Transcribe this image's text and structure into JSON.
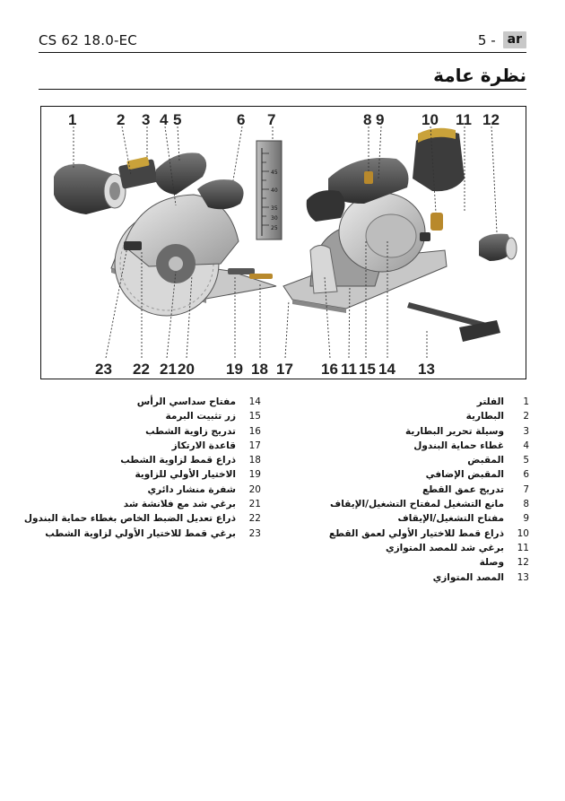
{
  "header": {
    "model": "CS 62 18.0-EC",
    "page": "5 -",
    "lang_badge": "ar"
  },
  "section_title": "نظرة عامة",
  "figure": {
    "top_callouts": [
      "1",
      "2",
      "3",
      "4",
      "5",
      "6",
      "7",
      "8",
      "9",
      "10",
      "11",
      "12"
    ],
    "bottom_callouts": [
      "23",
      "22",
      "21",
      "20",
      "19",
      "18",
      "17",
      "16",
      "11",
      "15",
      "14",
      "13"
    ],
    "scale_marks": [
      "45",
      "40",
      "35",
      "30",
      "25"
    ]
  },
  "legend": {
    "right_column": [
      {
        "num": "1",
        "label": "الفلتر"
      },
      {
        "num": "2",
        "label": "البطارية"
      },
      {
        "num": "3",
        "label": "وسيلة تحرير البطارية"
      },
      {
        "num": "4",
        "label": "غطاء حماية البندول"
      },
      {
        "num": "5",
        "label": "المقبض"
      },
      {
        "num": "6",
        "label": "المقبض الإضافي"
      },
      {
        "num": "7",
        "label": "تدريج عمق القطع"
      },
      {
        "num": "8",
        "label": "مانع التشغيل لمفتاح التشغيل/الإيقاف"
      },
      {
        "num": "9",
        "label": "مفتاح التشغيل/الإيقاف"
      },
      {
        "num": "10",
        "label": "ذراع قمط للاختيار الأولي لعمق القطع"
      },
      {
        "num": "11",
        "label": "برغي شد للمصد المتوازي"
      },
      {
        "num": "12",
        "label": "وصلة"
      },
      {
        "num": "13",
        "label": "المصد المتوازي"
      }
    ],
    "left_column": [
      {
        "num": "14",
        "label": "مفتاح سداسي الرأس"
      },
      {
        "num": "15",
        "label": "زر تثبيت البرمة"
      },
      {
        "num": "16",
        "label": "تدريج زاوية الشطب"
      },
      {
        "num": "17",
        "label": "قاعدة الارتكاز"
      },
      {
        "num": "18",
        "label": "ذراع قمط لزاوية الشطب"
      },
      {
        "num": "19",
        "label": "الاختيار الأولي للزاوية"
      },
      {
        "num": "20",
        "label": "شفرة منشار دائري"
      },
      {
        "num": "21",
        "label": "برغي شد مع فلانشة شد"
      },
      {
        "num": "22",
        "label": "ذراع تعديل الضبط الخاص بغطاء حماية البندول"
      },
      {
        "num": "23",
        "label": "برغي قمط للاختيار الأولي لزاوية الشطب"
      }
    ]
  }
}
